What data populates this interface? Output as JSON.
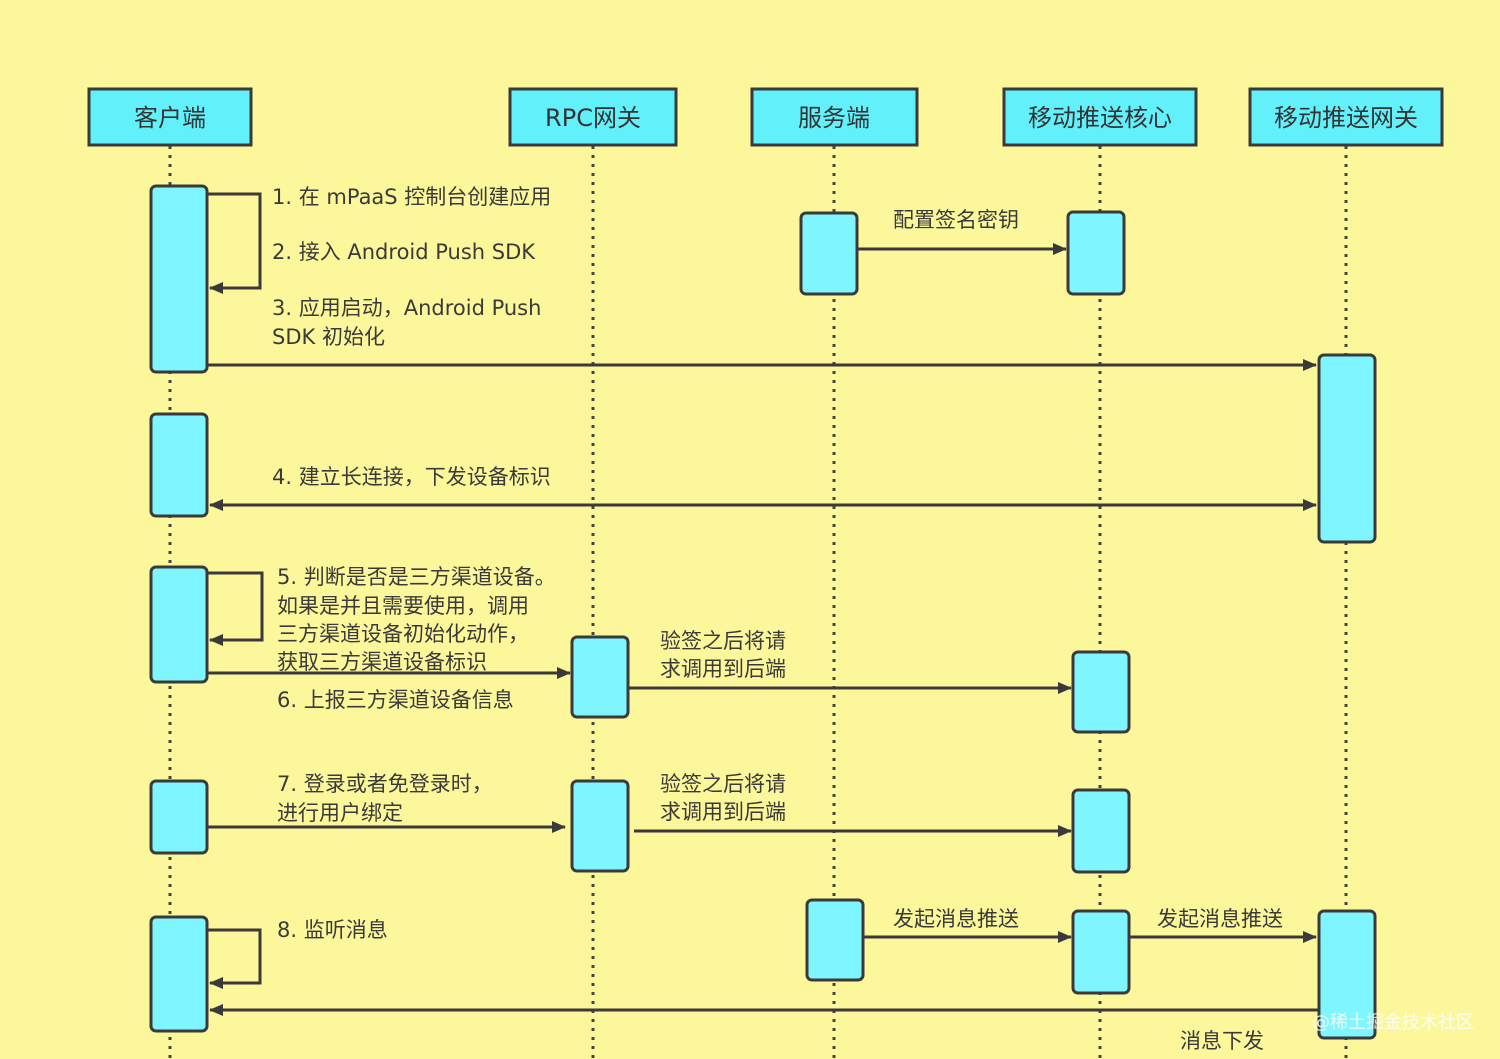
{
  "actors": [
    {
      "id": "client",
      "label": "客户端"
    },
    {
      "id": "rpc",
      "label": "RPC网关"
    },
    {
      "id": "server",
      "label": "服务端"
    },
    {
      "id": "core",
      "label": "移动推送核心"
    },
    {
      "id": "gateway",
      "label": "移动推送网关"
    }
  ],
  "messages": {
    "m1": "1. 在 mPaaS 控制台创建应用",
    "m2": "2. 接入 Android Push SDK",
    "m3a": "3. 应用启动，Android Push",
    "m3b": "SDK 初始化",
    "cfg": "配置签名密钥",
    "m4": "4. 建立长连接，下发设备标识",
    "m5a": "5. 判断是否是三方渠道设备。",
    "m5b": "如果是并且需要使用，调用",
    "m5c": "三方渠道设备初始化动作，",
    "m5d": "获取三方渠道设备标识",
    "m6": "6. 上报三方渠道设备信息",
    "verify1a": "验签之后将请",
    "verify1b": "求调用到后端",
    "m7a": "7. 登录或者免登录时，",
    "m7b": "进行用户绑定",
    "verify2a": "验签之后将请",
    "verify2b": "求调用到后端",
    "m8": "8. 监听消息",
    "push1": "发起消息推送",
    "push2": "发起消息推送",
    "deliver": "消息下发"
  },
  "watermark": "@稀土掘金技术社区",
  "colors": {
    "background": "#fdf79b",
    "box_fill": "#62f0fb",
    "activation_fill": "#7ff6ff",
    "stroke": "#3a3a3a"
  }
}
